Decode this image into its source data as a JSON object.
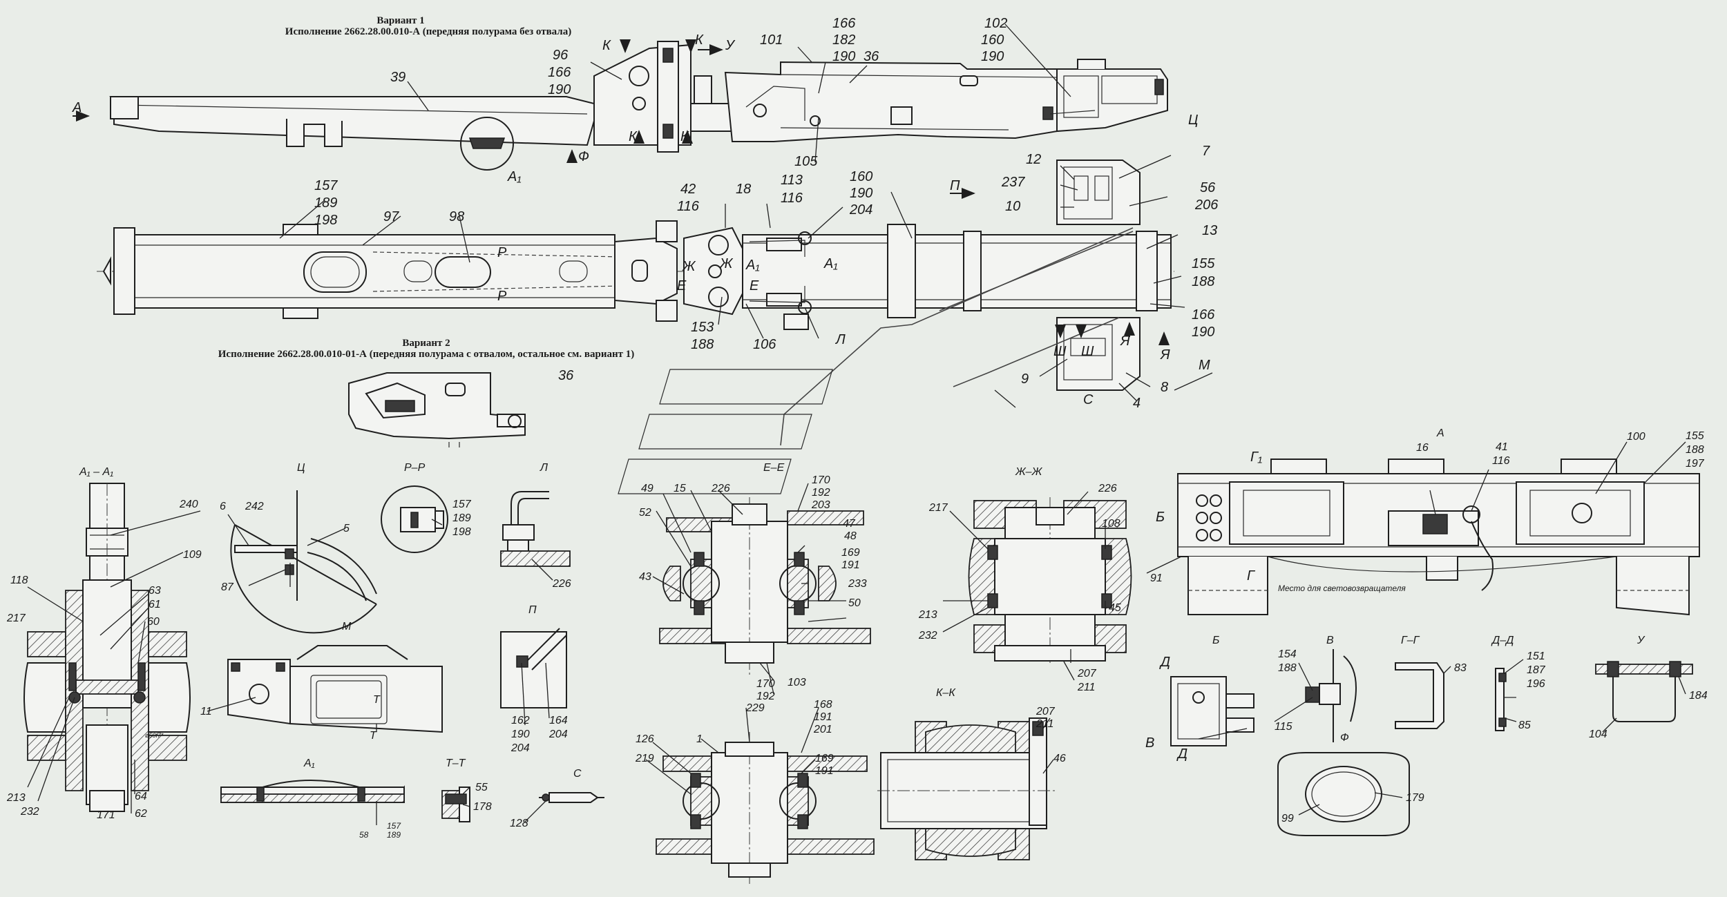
{
  "headers": {
    "variant1_title": "Вариант 1",
    "variant1_sub": "Исполнение 2662.28.00.010-А (передняя полурама без отвала)",
    "variant2_title": "Вариант 2",
    "variant2_sub": "Исполнение 2662.28.00.010-01-А (передняя полурама с отвалом, остальное см. вариант 1)"
  },
  "views": {
    "A": "А",
    "A1A1": "А₁ – А₁",
    "C": "Ц",
    "PP": "Р–Р",
    "L": "Л",
    "EE": "Е–Е",
    "ZhZh": "Ж–Ж",
    "M": "М",
    "A1": "А₁",
    "TT": "Т–Т",
    "S": "С",
    "P": "П",
    "KK": "К–К",
    "B": "Б",
    "V": "В",
    "GG": "Г–Г",
    "DD": "Д–Д",
    "U": "У",
    "F": "Ф"
  },
  "note_reflector": "Место для световозвращателя",
  "dia_note": "ø50f7*",
  "callouts": {
    "top": [
      {
        "id": "c39",
        "text": "39"
      },
      {
        "id": "c96",
        "text": "96"
      },
      {
        "id": "c166a",
        "text": "166"
      },
      {
        "id": "c190a",
        "text": "190"
      },
      {
        "id": "c101",
        "text": "101"
      },
      {
        "id": "c166b",
        "text": "166"
      },
      {
        "id": "c182",
        "text": "182"
      },
      {
        "id": "c190b",
        "text": "190"
      },
      {
        "id": "c36a",
        "text": "36"
      },
      {
        "id": "c102",
        "text": "102"
      },
      {
        "id": "c160a",
        "text": "160"
      },
      {
        "id": "c190c",
        "text": "190"
      },
      {
        "id": "c105",
        "text": "105"
      }
    ],
    "plan": [
      {
        "id": "c157",
        "text": "157"
      },
      {
        "id": "c189",
        "text": "189"
      },
      {
        "id": "c198",
        "text": "198"
      },
      {
        "id": "c97",
        "text": "97"
      },
      {
        "id": "c98",
        "text": "98"
      },
      {
        "id": "c42",
        "text": "42"
      },
      {
        "id": "c116a",
        "text": "116"
      },
      {
        "id": "c18",
        "text": "18"
      },
      {
        "id": "c113",
        "text": "113"
      },
      {
        "id": "c116b",
        "text": "116"
      },
      {
        "id": "c160b",
        "text": "160"
      },
      {
        "id": "c190d",
        "text": "190"
      },
      {
        "id": "c204",
        "text": "204"
      },
      {
        "id": "c12",
        "text": "12"
      },
      {
        "id": "c237",
        "text": "237"
      },
      {
        "id": "c10",
        "text": "10"
      },
      {
        "id": "c7",
        "text": "7"
      },
      {
        "id": "c56",
        "text": "56"
      },
      {
        "id": "c206",
        "text": "206"
      },
      {
        "id": "c13",
        "text": "13"
      },
      {
        "id": "c155a",
        "text": "155"
      },
      {
        "id": "c188a",
        "text": "188"
      },
      {
        "id": "c166c",
        "text": "166"
      },
      {
        "id": "c190e",
        "text": "190"
      },
      {
        "id": "c153",
        "text": "153"
      },
      {
        "id": "c188b",
        "text": "188"
      },
      {
        "id": "c106",
        "text": "106"
      },
      {
        "id": "c9",
        "text": "9"
      },
      {
        "id": "c8",
        "text": "8"
      },
      {
        "id": "c4",
        "text": "4"
      },
      {
        "id": "c36b",
        "text": "36"
      }
    ],
    "sections": [
      {
        "id": "c240",
        "text": "240"
      },
      {
        "id": "c109",
        "text": "109"
      },
      {
        "id": "c118",
        "text": "118"
      },
      {
        "id": "c217a",
        "text": "217"
      },
      {
        "id": "c63",
        "text": "63"
      },
      {
        "id": "c61",
        "text": "61"
      },
      {
        "id": "c60",
        "text": "60"
      },
      {
        "id": "c213a",
        "text": "213"
      },
      {
        "id": "c232a",
        "text": "232"
      },
      {
        "id": "c171",
        "text": "171"
      },
      {
        "id": "c64",
        "text": "64"
      },
      {
        "id": "c62",
        "text": "62"
      },
      {
        "id": "c6",
        "text": "6"
      },
      {
        "id": "c242",
        "text": "242"
      },
      {
        "id": "c5",
        "text": "5"
      },
      {
        "id": "c87",
        "text": "87"
      },
      {
        "id": "c157b",
        "text": "157"
      },
      {
        "id": "c189b",
        "text": "189"
      },
      {
        "id": "c198b",
        "text": "198"
      },
      {
        "id": "c226a",
        "text": "226"
      },
      {
        "id": "c11",
        "text": "11"
      },
      {
        "id": "c162",
        "text": "162"
      },
      {
        "id": "c190f",
        "text": "190"
      },
      {
        "id": "c204b",
        "text": "204"
      },
      {
        "id": "c164",
        "text": "164"
      },
      {
        "id": "c204c",
        "text": "204"
      },
      {
        "id": "c58",
        "text": "58"
      },
      {
        "id": "c157c",
        "text": "157"
      },
      {
        "id": "c189c",
        "text": "189"
      },
      {
        "id": "c55",
        "text": "55"
      },
      {
        "id": "c178",
        "text": "178"
      },
      {
        "id": "c128",
        "text": "128"
      },
      {
        "id": "c49",
        "text": "49"
      },
      {
        "id": "c15",
        "text": "15"
      },
      {
        "id": "c226b",
        "text": "226"
      },
      {
        "id": "c52",
        "text": "52"
      },
      {
        "id": "c43",
        "text": "43"
      },
      {
        "id": "c170a",
        "text": "170"
      },
      {
        "id": "c192a",
        "text": "192"
      },
      {
        "id": "c203",
        "text": "203"
      },
      {
        "id": "c47",
        "text": "47"
      },
      {
        "id": "c48",
        "text": "48"
      },
      {
        "id": "c169a",
        "text": "169"
      },
      {
        "id": "c191a",
        "text": "191"
      },
      {
        "id": "c233",
        "text": "233"
      },
      {
        "id": "c50",
        "text": "50"
      },
      {
        "id": "c170b",
        "text": "170"
      },
      {
        "id": "c192b",
        "text": "192"
      },
      {
        "id": "c103",
        "text": "103"
      },
      {
        "id": "c126",
        "text": "126"
      },
      {
        "id": "c1",
        "text": "1"
      },
      {
        "id": "c229",
        "text": "229"
      },
      {
        "id": "c168",
        "text": "168"
      },
      {
        "id": "c191b",
        "text": "191"
      },
      {
        "id": "c201",
        "text": "201"
      },
      {
        "id": "c219",
        "text": "219"
      },
      {
        "id": "c169b",
        "text": "169"
      },
      {
        "id": "c191c",
        "text": "191"
      },
      {
        "id": "c217b",
        "text": "217"
      },
      {
        "id": "c226c",
        "text": "226"
      },
      {
        "id": "c108",
        "text": "108"
      },
      {
        "id": "c213b",
        "text": "213"
      },
      {
        "id": "c232b",
        "text": "232"
      },
      {
        "id": "c45",
        "text": "45"
      },
      {
        "id": "c207a",
        "text": "207"
      },
      {
        "id": "c211a",
        "text": "211"
      },
      {
        "id": "c207b",
        "text": "207"
      },
      {
        "id": "c211b",
        "text": "211"
      },
      {
        "id": "c46",
        "text": "46"
      },
      {
        "id": "c16",
        "text": "16"
      },
      {
        "id": "c41",
        "text": "41"
      },
      {
        "id": "c116c",
        "text": "116"
      },
      {
        "id": "c100",
        "text": "100"
      },
      {
        "id": "c155b",
        "text": "155"
      },
      {
        "id": "c188c",
        "text": "188"
      },
      {
        "id": "c197",
        "text": "197"
      },
      {
        "id": "c91",
        "text": "91"
      },
      {
        "id": "c154",
        "text": "154"
      },
      {
        "id": "c188d",
        "text": "188"
      },
      {
        "id": "c115",
        "text": "115"
      },
      {
        "id": "c83",
        "text": "83"
      },
      {
        "id": "c151",
        "text": "151"
      },
      {
        "id": "c187",
        "text": "187"
      },
      {
        "id": "c196",
        "text": "196"
      },
      {
        "id": "c85",
        "text": "85"
      },
      {
        "id": "c184",
        "text": "184"
      },
      {
        "id": "c104",
        "text": "104"
      },
      {
        "id": "c179",
        "text": "179"
      },
      {
        "id": "c99",
        "text": "99"
      }
    ]
  },
  "markers": [
    {
      "id": "mA",
      "text": "А"
    },
    {
      "id": "mK1",
      "text": "К"
    },
    {
      "id": "mK2",
      "text": "К"
    },
    {
      "id": "mU",
      "text": "У"
    },
    {
      "id": "mK3",
      "text": "К"
    },
    {
      "id": "mK4",
      "text": "К"
    },
    {
      "id": "mF",
      "text": "Ф"
    },
    {
      "id": "mA1",
      "text": "А₁"
    },
    {
      "id": "mC",
      "text": "Ц"
    },
    {
      "id": "mP",
      "text": "П"
    },
    {
      "id": "mR1",
      "text": "Р"
    },
    {
      "id": "mR2",
      "text": "Р"
    },
    {
      "id": "mZh1",
      "text": "Ж"
    },
    {
      "id": "mZh2",
      "text": "Ж"
    },
    {
      "id": "mE1",
      "text": "Е"
    },
    {
      "id": "mE2",
      "text": "Е"
    },
    {
      "id": "mA1b",
      "text": "А₁"
    },
    {
      "id": "mA1c",
      "text": "А₁"
    },
    {
      "id": "mL",
      "text": "Л"
    },
    {
      "id": "mSh1",
      "text": "Ш"
    },
    {
      "id": "mSh2",
      "text": "Ш"
    },
    {
      "id": "mYa1",
      "text": "Я"
    },
    {
      "id": "mYa2",
      "text": "Я"
    },
    {
      "id": "mM",
      "text": "М"
    },
    {
      "id": "mS",
      "text": "С"
    },
    {
      "id": "mT1",
      "text": "Т"
    },
    {
      "id": "mT2",
      "text": "Т"
    },
    {
      "id": "mG1",
      "text": "Г₁"
    },
    {
      "id": "mG2",
      "text": "Г"
    },
    {
      "id": "mB",
      "text": "Б"
    },
    {
      "id": "mD1",
      "text": "Д"
    },
    {
      "id": "mD2",
      "text": "Д"
    },
    {
      "id": "mV",
      "text": "В"
    }
  ]
}
